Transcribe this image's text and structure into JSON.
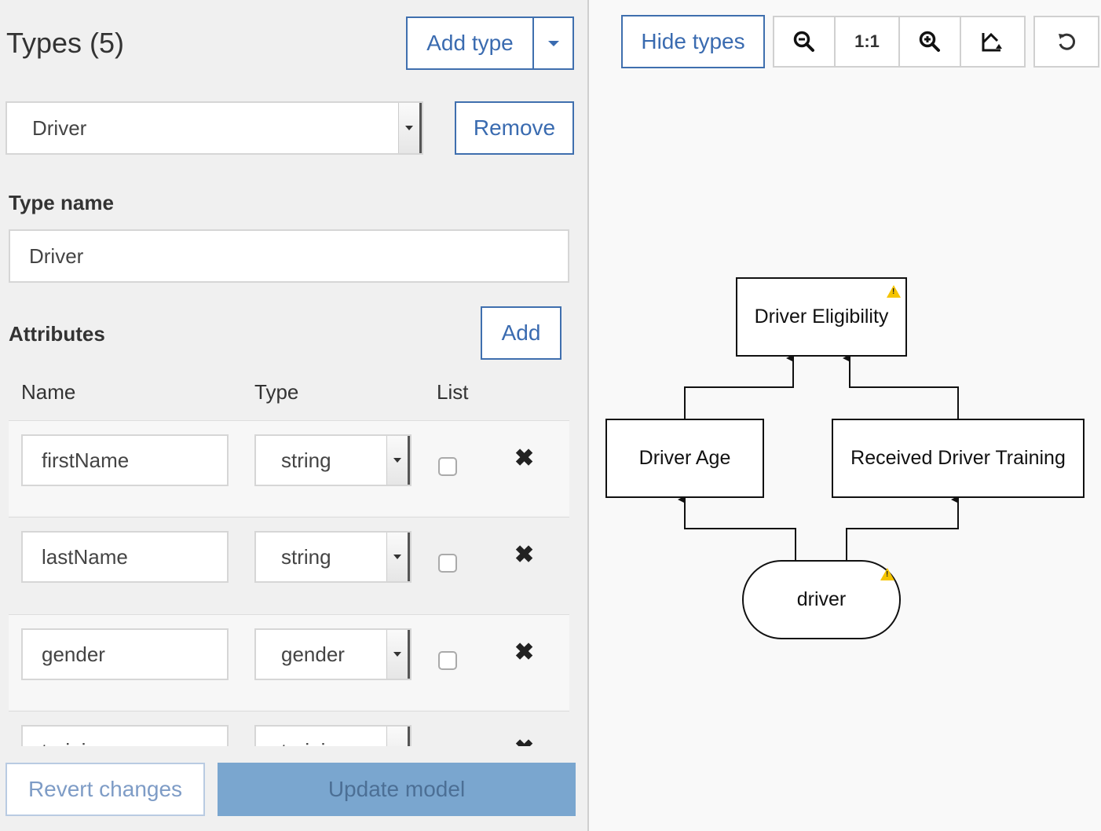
{
  "types_panel": {
    "title": "Types (5)",
    "add_type_label": "Add type",
    "selected_type": "Driver",
    "remove_label": "Remove",
    "type_name_label": "Type name",
    "type_name_value": "Driver",
    "attributes_label": "Attributes",
    "add_attribute_label": "Add",
    "columns": {
      "name": "Name",
      "type": "Type",
      "list": "List"
    },
    "attributes": [
      {
        "name": "firstName",
        "type": "string",
        "list": false
      },
      {
        "name": "lastName",
        "type": "string",
        "list": false
      },
      {
        "name": "gender",
        "type": "gender",
        "list": false
      },
      {
        "name": "training",
        "type": "training",
        "list": false
      }
    ],
    "revert_label": "Revert changes",
    "update_label": "Update model"
  },
  "diagram_toolbar": {
    "hide_types_label": "Hide types",
    "zoom_reset_label": "1:1",
    "icons": [
      "zoom-out-icon",
      "zoom-in-icon",
      "fit-to-screen-icon",
      "undo-icon"
    ]
  },
  "diagram": {
    "nodes": {
      "decision": "Driver Eligibility",
      "age": "Driver Age",
      "training": "Received Driver Training",
      "input": "driver"
    },
    "warning_color": "#f5c400"
  },
  "colors": {
    "accent": "#3a6bb0",
    "update_button_bg": "#7aa6cf"
  }
}
